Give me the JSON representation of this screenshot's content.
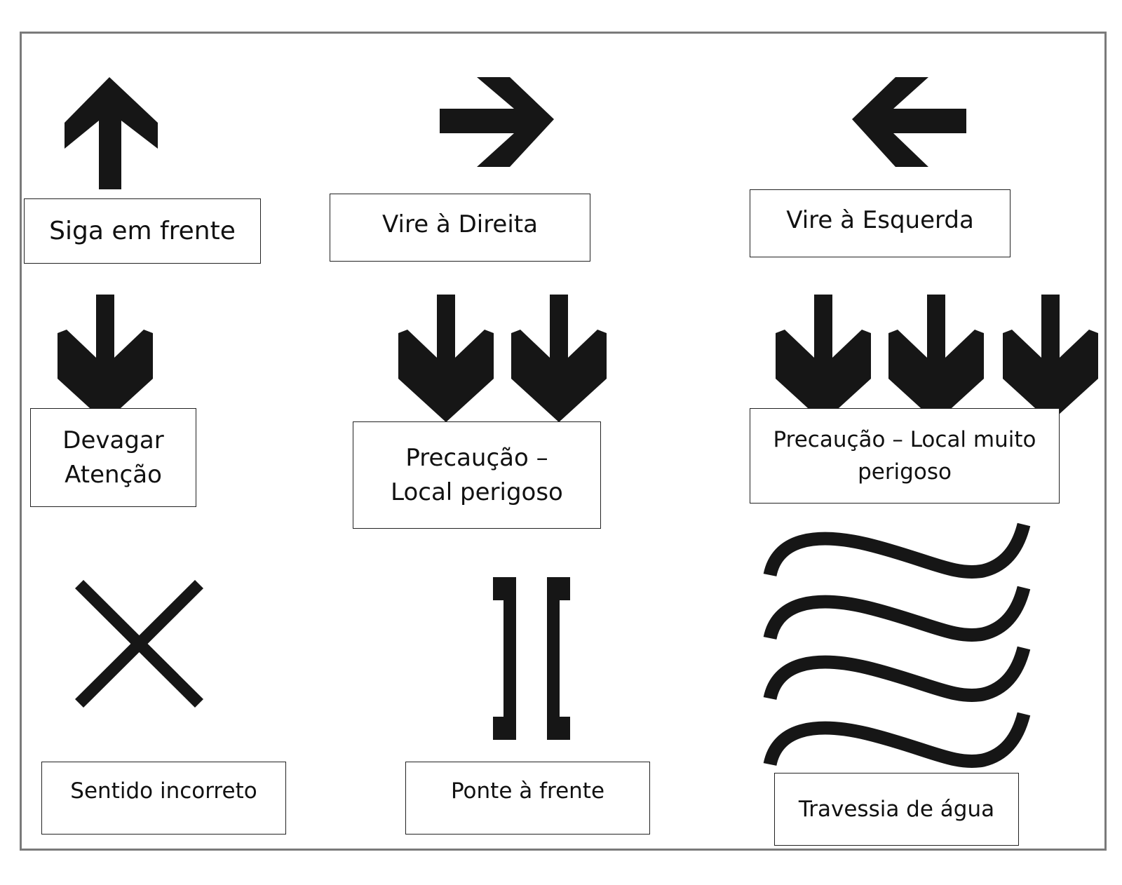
{
  "signs": [
    {
      "id": "siga-em-frente",
      "label": "Siga em frente",
      "icon": "arrow-up-icon"
    },
    {
      "id": "vire-a-direita",
      "label": "Vire à Direita",
      "icon": "arrow-right-icon"
    },
    {
      "id": "vire-a-esquerda",
      "label": "Vire à Esquerda",
      "icon": "arrow-left-icon"
    },
    {
      "id": "devagar-atencao",
      "label": "Devagar\nAtenção",
      "icon": "arrow-down-icon"
    },
    {
      "id": "precaucao-local-perigoso",
      "label": "Precaução –\nLocal perigoso",
      "icon": "double-arrow-down-icon"
    },
    {
      "id": "precaucao-local-muito-perigoso",
      "label": "Precaução – Local muito\nperigoso",
      "icon": "triple-arrow-down-icon"
    },
    {
      "id": "sentido-incorreto",
      "label": "Sentido incorreto",
      "icon": "x-cross-icon"
    },
    {
      "id": "ponte-a-frente",
      "label": "Ponte à frente",
      "icon": "bridge-icon"
    },
    {
      "id": "travessia-de-agua",
      "label": "Travessia de água",
      "icon": "water-waves-icon"
    }
  ],
  "colors": {
    "symbol": "#161616",
    "frame": "#7a7a7a",
    "label_border": "#222222"
  }
}
